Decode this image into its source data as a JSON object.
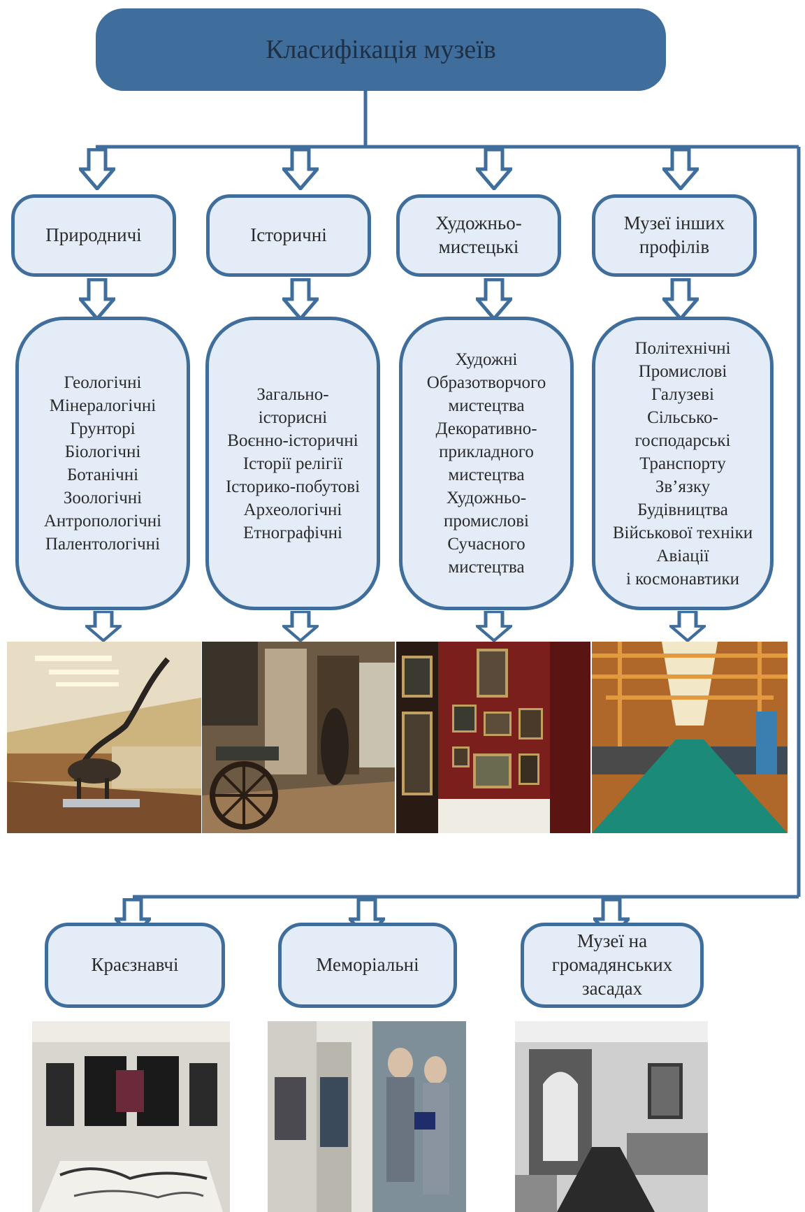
{
  "title": "Класифікація музеїв",
  "categories": [
    {
      "label": "Природничі",
      "items": [
        "Геологічні",
        "Мінералогічні",
        "Грунторі",
        "Біологічні",
        "Ботанічні",
        "Зоологічні",
        "Антропологічні",
        "Палентологічні"
      ]
    },
    {
      "label": "Історичні",
      "items": [
        "Загально-",
        "історисні",
        "Воєнно-історичні",
        "Історії релігії",
        "Історико-побутові",
        "Археологічні",
        "Етнографічні"
      ]
    },
    {
      "label": "Художньо-\nмистецькі",
      "items": [
        "Художні",
        "Образотворчого",
        "мистецтва",
        "Декоративно-",
        "прикладного",
        "мистецтва",
        "Художньо-",
        "промислові",
        "Сучасного",
        "мистецтва"
      ]
    },
    {
      "label": "Музеї інших\nпрофілів",
      "items": [
        "Політехнічні",
        "Промислові",
        "Галузеві",
        "Сільсько-",
        "господарські",
        "Транспорту",
        "Зв’язку",
        "Будівництва",
        "Військової техніки",
        "Авіації",
        "і космонавтики"
      ]
    }
  ],
  "bottom_categories": [
    {
      "label": "Краєзнавчі"
    },
    {
      "label": "Меморіальні"
    },
    {
      "label": "Музеї на\nгромадянських\nзасадах"
    }
  ],
  "colors": {
    "border": "#3f6d9c",
    "fill": "#e3ecf7",
    "title_fill": "#3f6d9c"
  }
}
